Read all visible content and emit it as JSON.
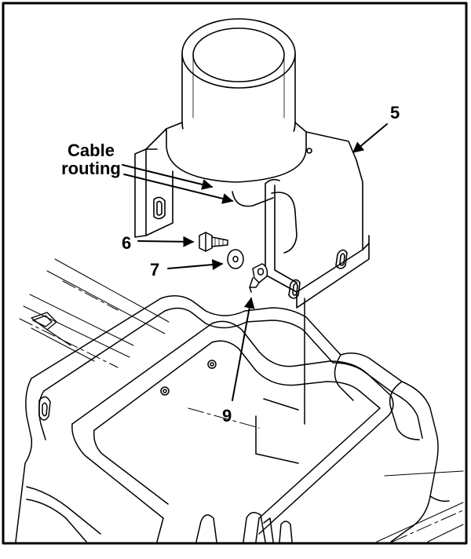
{
  "callouts": {
    "cable_routing": "Cable\nrouting",
    "part_5": "5",
    "part_6": "6",
    "part_7": "7",
    "part_9": "9"
  },
  "colors": {
    "line": "#000000",
    "background": "#ffffff"
  }
}
